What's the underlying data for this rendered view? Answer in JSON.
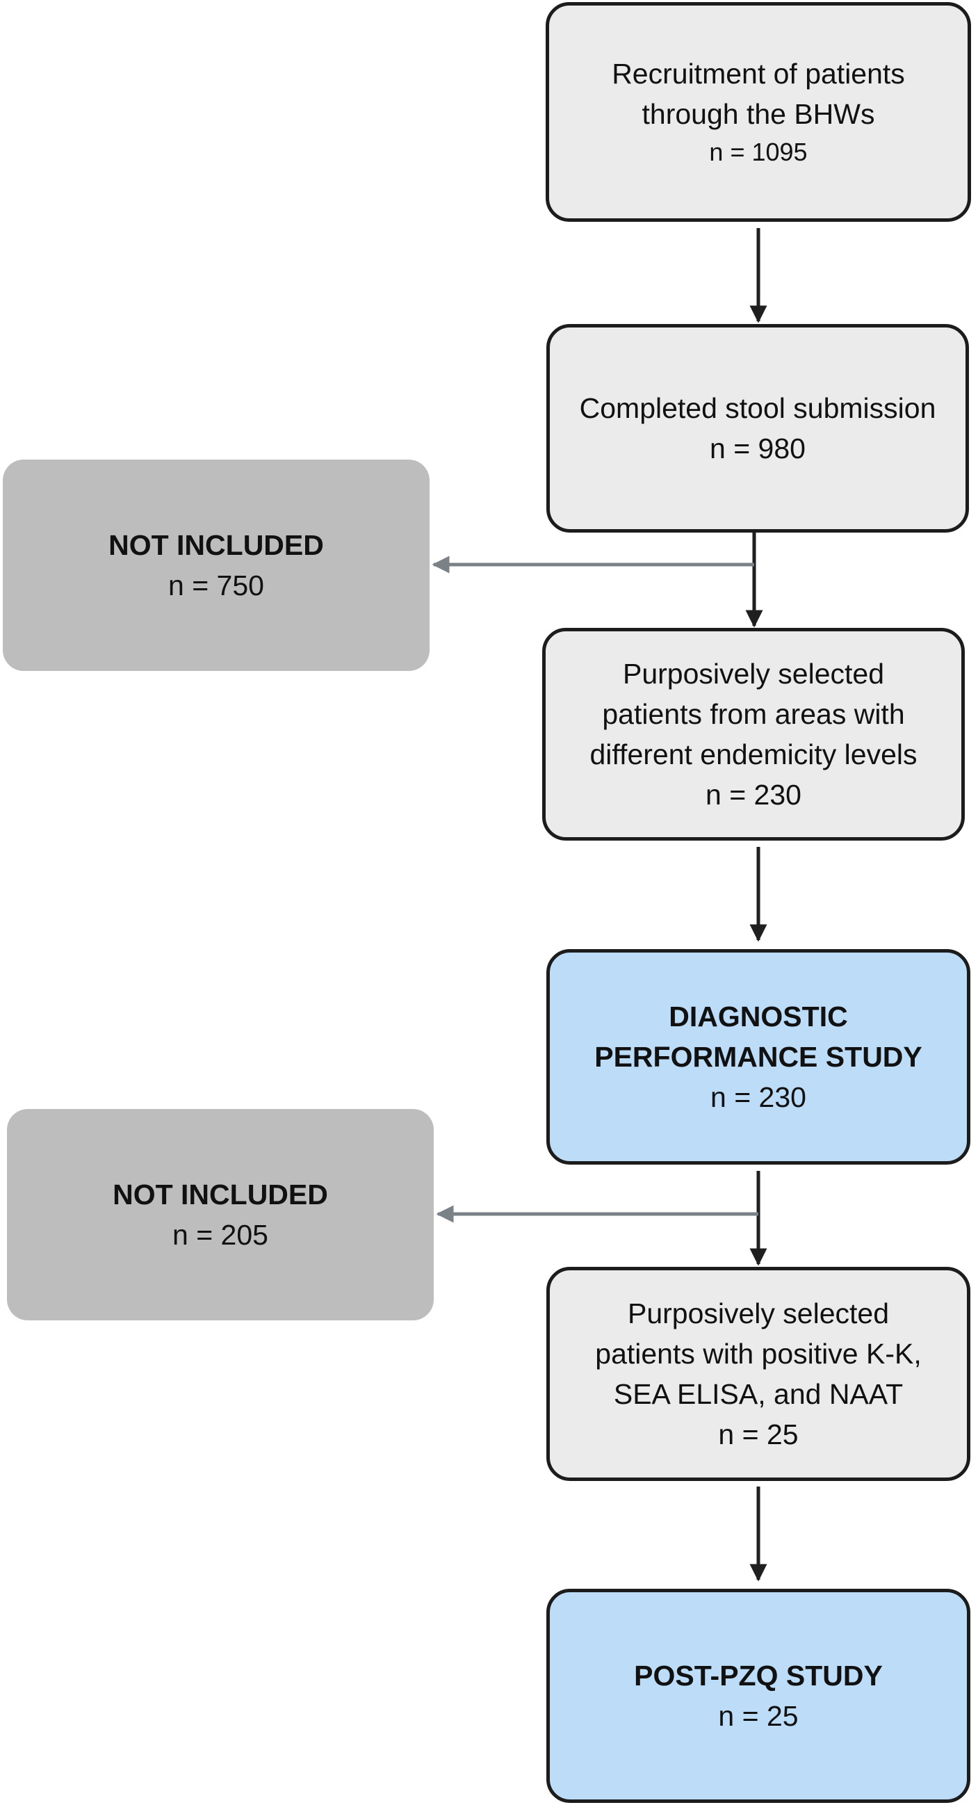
{
  "colors": {
    "step_fill": "#ebebeb",
    "highlight_fill": "#bcdcf7",
    "excluded_fill": "#bdbdbd",
    "border": "#1c1c1c",
    "main_arrow": "#1f1f1f",
    "side_arrow": "#7a8288"
  },
  "steps": {
    "recruitment": {
      "line1": "Recruitment of patients",
      "line2": "through the BHWs",
      "count": "n = 1095"
    },
    "stool": {
      "line1": "Completed stool submission",
      "count": "n = 980"
    },
    "selected1": {
      "line1": "Purposively selected",
      "line2": "patients from areas with",
      "line3": "different endemicity levels",
      "count": "n = 230"
    },
    "diagnostic": {
      "line1": "DIAGNOSTIC",
      "line2": "PERFORMANCE STUDY",
      "count": "n = 230"
    },
    "selected2": {
      "line1": "Purposively selected",
      "line2": "patients with positive K-K,",
      "line3": "SEA ELISA, and NAAT",
      "count": "n = 25"
    },
    "postpzq": {
      "line1": "POST-PZQ STUDY",
      "count": "n = 25"
    }
  },
  "excluded": {
    "first": {
      "label": "NOT INCLUDED",
      "count": "n = 750"
    },
    "second": {
      "label": "NOT INCLUDED",
      "count": "n = 205"
    }
  }
}
